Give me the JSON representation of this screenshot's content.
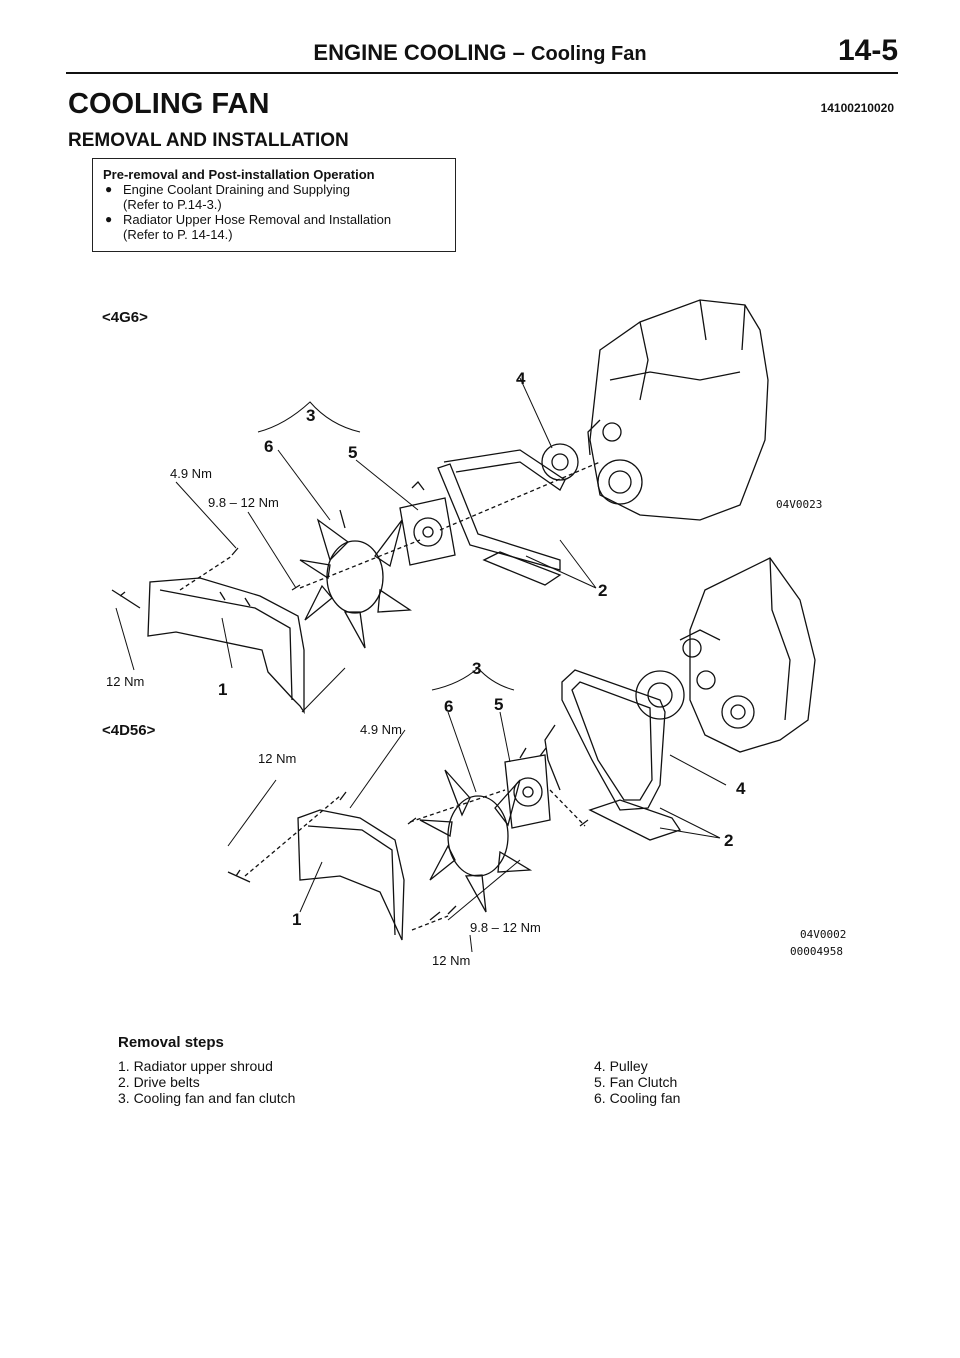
{
  "header": {
    "title": "ENGINE COOLING",
    "dash": "–",
    "subtitle": "Cooling Fan",
    "page_number": "14-5"
  },
  "section": {
    "title": "COOLING FAN",
    "code": "14100210020",
    "subtitle": "REMOVAL AND INSTALLATION"
  },
  "pre_box": {
    "title": "Pre-removal and Post-installation Operation",
    "items": [
      {
        "line1": "Engine Coolant Draining and Supplying",
        "line2": "(Refer to P.14-3.)"
      },
      {
        "line1": "Radiator Upper Hose Removal and Installation",
        "line2": "(Refer to P. 14-14.)"
      }
    ]
  },
  "diagram": {
    "variant_top": "<4G6>",
    "variant_bottom": "<4D56>",
    "code_top": "04V0023",
    "code_bottom_1": "04V0002",
    "code_bottom_2": "00004958",
    "torque_a": "4.9 Nm",
    "torque_b": "9.8 – 12 Nm",
    "torque_c": "12 Nm",
    "callouts": {
      "n1": "1",
      "n2": "2",
      "n3": "3",
      "n4": "4",
      "n5": "5",
      "n6": "6"
    }
  },
  "removal": {
    "title": "Removal steps",
    "left": [
      "1. Radiator upper shroud",
      "2. Drive belts",
      "3. Cooling fan and fan clutch"
    ],
    "right": [
      "4. Pulley",
      "5. Fan Clutch",
      "6. Cooling fan"
    ]
  }
}
